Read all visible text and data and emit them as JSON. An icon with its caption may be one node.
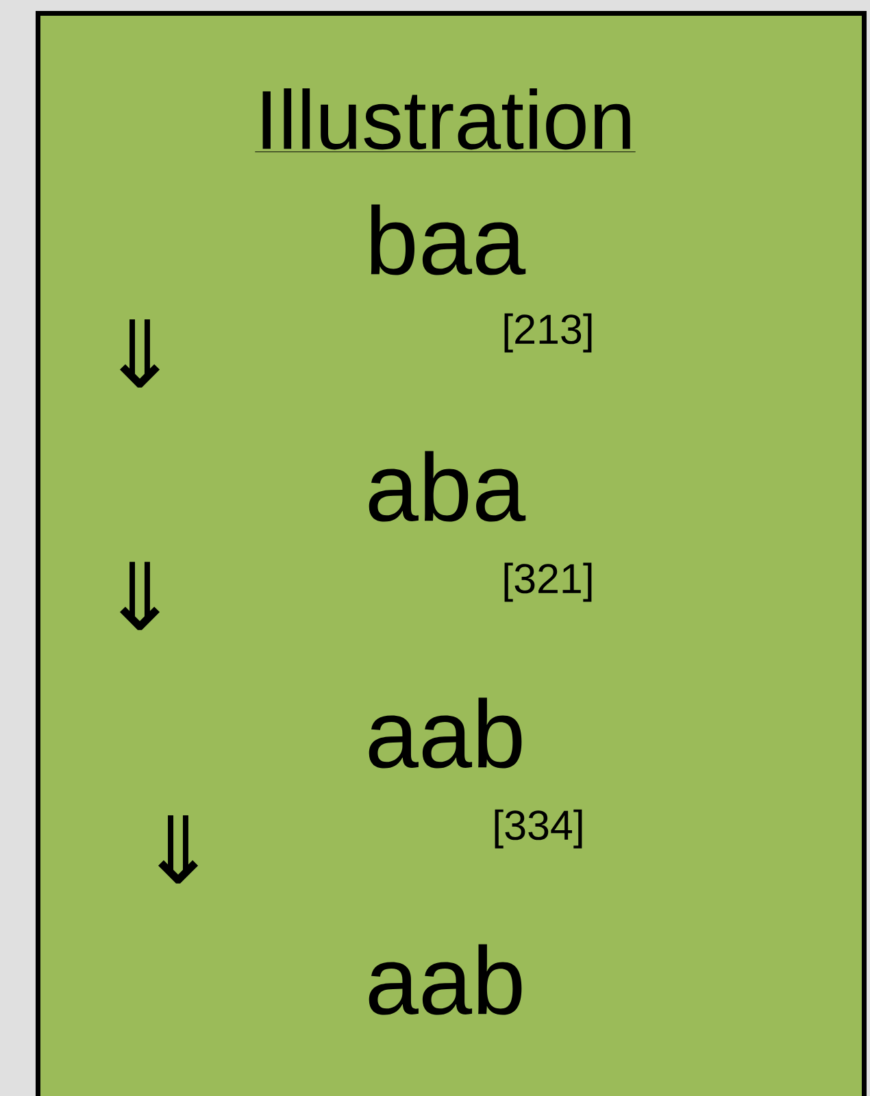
{
  "diagram": {
    "nodes": [
      {
        "text": [
          "Illustration"
        ]
      },
      {
        "text": [
          "baa"
        ],
        "in": 0
      },
      {
        "text": [
          "aba"
        ],
        "in": 0
      },
      {
        "text": [
          "aab"
        ],
        "in": 0
      },
      {
        "text": [
          "aab"
        ],
        "in": 0
      }
    ],
    "labels": [
      "⇓",
      "[213]",
      "⇓",
      "[321]",
      "⇓",
      "[334]"
    ]
  }
}
